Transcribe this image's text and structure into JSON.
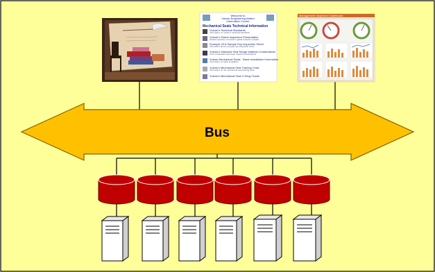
{
  "diagram": {
    "bus_label": "Bus",
    "colors": {
      "background": "#ffff99",
      "border": "#000000",
      "bus_fill": "#ffc000",
      "database_fill": "#c00000",
      "server_fill": "#ffffff"
    },
    "screens": [
      {
        "name": "webpage-screenshot",
        "icon": "website-screenshot"
      },
      {
        "name": "info-centre-screenshot",
        "icon": "website-screenshot",
        "heading_lines": [
          "Welcome to",
          "Vulcan Engineering limited",
          "Information Centre"
        ],
        "section_title": "Mechanical Seals Technical Information",
        "items": [
          {
            "title": "Vulcan's Technical Standards",
            "desc": "Information on Vulcan's technical standards"
          },
          {
            "title": "Vulcan's Global Inspection Presentation",
            "desc": "Global inspection of Vulcan's global inspection details"
          },
          {
            "title": "Example Of A Sample Key Inspection Sheet",
            "desc": "Information about a sample key inspection sheet"
          },
          {
            "title": "Vulcan's Standard Seal Range Material Combinations",
            "desc": "A list of standard seal range material combinations"
          },
          {
            "title": "Vulcan Mechanical Seals - Basic Installation Information",
            "desc": "Information on basic installation"
          },
          {
            "title": "Vulcan's Mechanical Seal Training Chart",
            "desc": "Information on the mechanical seal training chart"
          },
          {
            "title": "Vulcan's Mechanical Seal O-Ring Charts",
            "desc": ""
          }
        ]
      },
      {
        "name": "dashboard-screenshot",
        "icon": "dashboard-screenshot",
        "title": "Management Inspection Dashboard"
      }
    ],
    "databases": [
      {
        "name": "database-1",
        "icon": "database-cylinder"
      },
      {
        "name": "database-2",
        "icon": "database-cylinder"
      },
      {
        "name": "database-3",
        "icon": "database-cylinder"
      },
      {
        "name": "database-4",
        "icon": "database-cylinder"
      },
      {
        "name": "database-5",
        "icon": "database-cylinder"
      },
      {
        "name": "database-6",
        "icon": "database-cylinder"
      }
    ],
    "servers": [
      {
        "name": "server-1",
        "icon": "server-tower"
      },
      {
        "name": "server-2",
        "icon": "server-tower"
      },
      {
        "name": "server-3",
        "icon": "server-tower"
      },
      {
        "name": "server-4",
        "icon": "server-tower"
      },
      {
        "name": "server-5",
        "icon": "server-tower"
      },
      {
        "name": "server-6",
        "icon": "server-tower"
      }
    ]
  }
}
